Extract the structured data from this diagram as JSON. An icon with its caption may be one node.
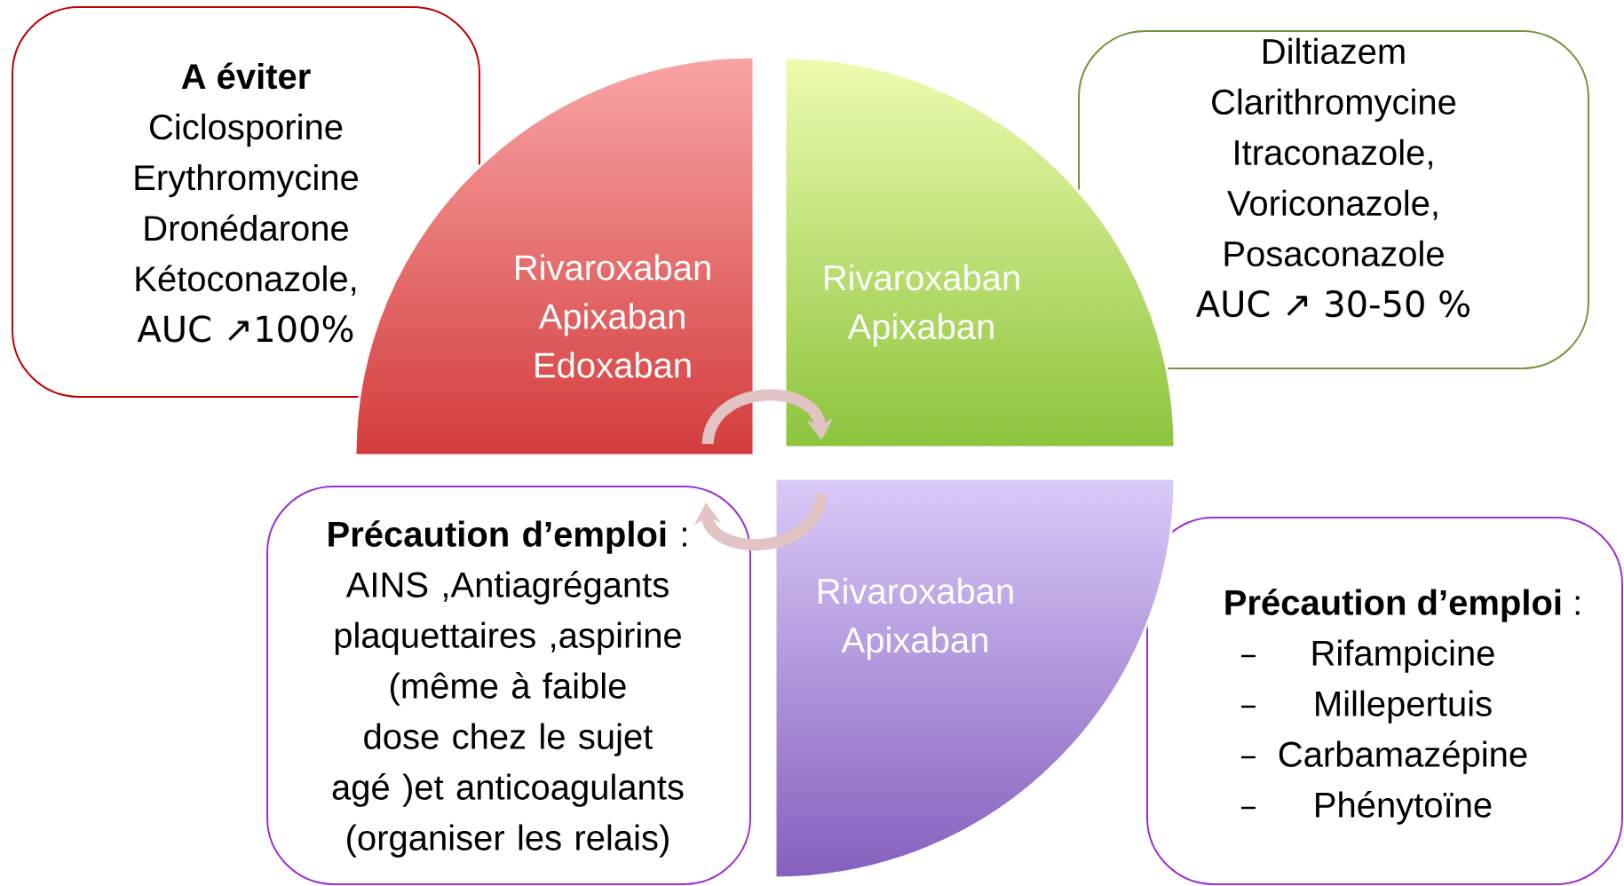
{
  "diagram": {
    "nodes": [
      {
        "text": [
          "A éviter",
          "Ciclosporine",
          "Erythromycine",
          "Dronédarone",
          "Kétoconazole,",
          "AUC ↗100%"
        ]
      },
      {
        "text": [
          "Rivaroxaban",
          "Apixaban",
          "Edoxaban"
        ]
      },
      {
        "text": [
          "Rivaroxaban",
          "Apixaban"
        ]
      },
      {
        "text": [
          "Diltiazem",
          "Clarithromycine",
          "Itraconazole,",
          "Voriconazole,",
          "Posaconazole",
          "AUC ↗ 30-50 %"
        ]
      },
      {
        "text": [
          "**Précaution d’emploi** :",
          "AINS ,Antiagrégants plaquettaires ,aspirine (même à faible dose chez le sujet agé )et anticoagulants (organiser les relais)"
        ]
      },
      {
        "text": [
          "Rivaroxaban",
          "Apixaban"
        ]
      },
      {
        "text": [
          "**Précaution d’emploi** :",
          "Rifampicine",
          "Millepertuis",
          "Carbamazépine",
          "Phénytoïne"
        ]
      }
    ],
    "edges": [
      {
        "from": 1,
        "to": 2,
        "arrow": "to"
      },
      {
        "from": 5,
        "to": 4,
        "arrow": "to"
      }
    ]
  }
}
